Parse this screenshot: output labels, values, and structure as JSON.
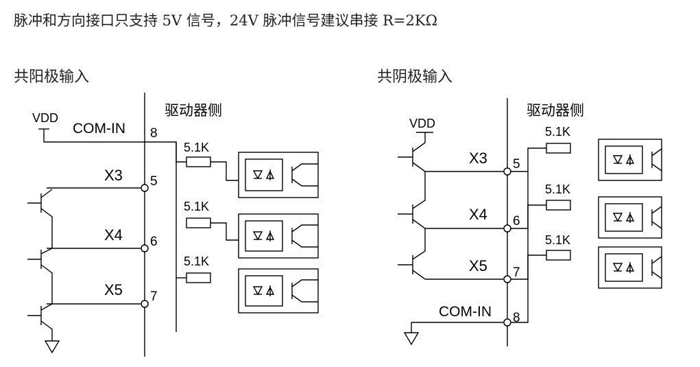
{
  "note": "脉冲和方向接口只支持 5V 信号，24V 脉冲信号建议串接 R=2KΩ",
  "left": {
    "title": "共阳极输入",
    "vdd": "VDD",
    "side": "驱动器侧",
    "com": {
      "label": "COM-IN",
      "pin": "8"
    },
    "channels": [
      {
        "label": "X3",
        "pin": "5",
        "res": "5.1K"
      },
      {
        "label": "X4",
        "pin": "6",
        "res": "5.1K"
      },
      {
        "label": "X5",
        "pin": "7",
        "res": "5.1K"
      }
    ]
  },
  "right": {
    "title": "共阴极输入",
    "vdd": "VDD",
    "side": "驱动器侧",
    "com": {
      "label": "COM-IN",
      "pin": "8"
    },
    "channels": [
      {
        "label": "X3",
        "pin": "5",
        "res": "5.1K"
      },
      {
        "label": "X4",
        "pin": "6",
        "res": "5.1K"
      },
      {
        "label": "X5",
        "pin": "7",
        "res": "5.1K"
      }
    ]
  }
}
